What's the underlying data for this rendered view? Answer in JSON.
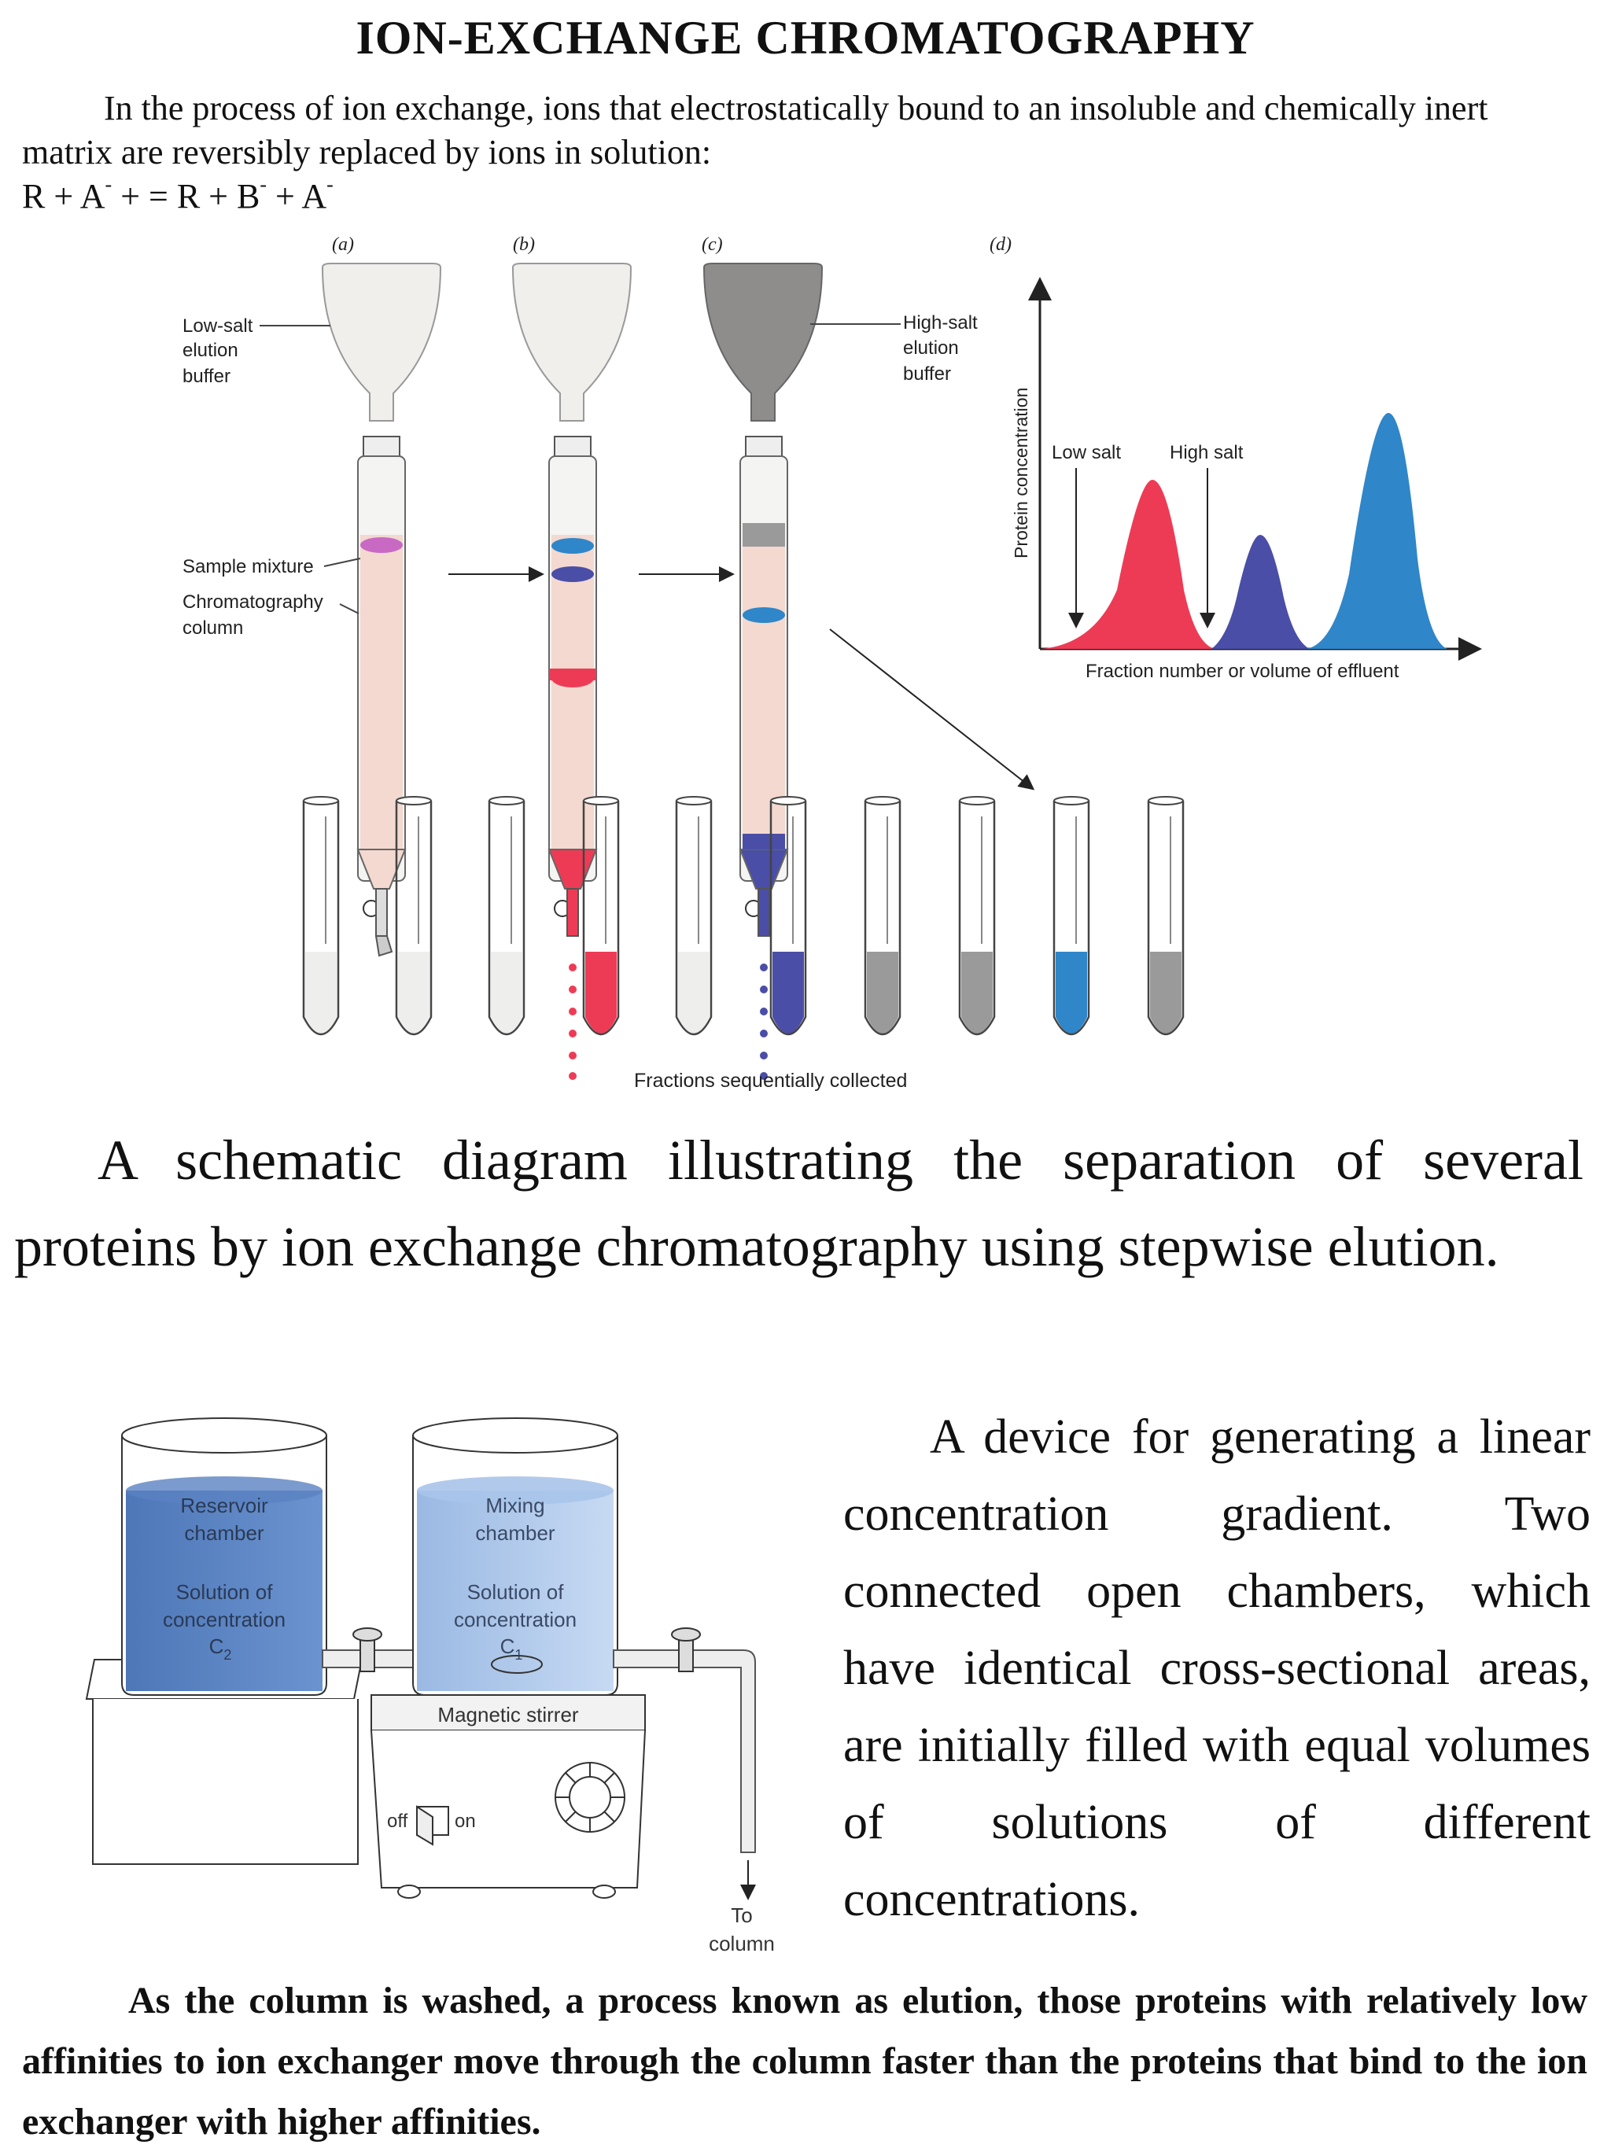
{
  "title": "ION-EXCHANGE CHROMATOGRAPHY",
  "intro": {
    "line1": "In the process of ion exchange, ions that electrostatically bound to an insoluble and chemically inert",
    "line2": "matrix are reversibly replaced by ions in solution:",
    "formula_r1": "R + A",
    "formula_s1": "-",
    "formula_r2": " + = R + B",
    "formula_s2": "-",
    "formula_r3": " + A",
    "formula_s3": "-"
  },
  "figure1": {
    "panel_a": "(a)",
    "panel_b": "(b)",
    "panel_c": "(c)",
    "panel_d": "(d)",
    "low_salt_buffer": [
      "Low-salt",
      "elution",
      "buffer"
    ],
    "high_salt_buffer": [
      "High-salt",
      "elution",
      "buffer"
    ],
    "sample_mixture": "Sample mixture",
    "chromatography_column": [
      "Chromatography",
      "column"
    ],
    "y_axis_label": "Protein concentration",
    "x_axis_label": "Fraction number or volume of effluent",
    "low_salt_arrow": "Low salt",
    "high_salt_arrow": "High salt",
    "fractions_label": "Fractions sequentially collected",
    "colors": {
      "red": "#ee3b55",
      "purple": "#4a4ea6",
      "blue": "#2f86c9",
      "gray": "#9a9a9a",
      "pink": "#f3d9d0",
      "magenta": "#c86ac4"
    }
  },
  "caption1": {
    "text": "A schematic diagram illustrating the separation of several proteins by ion exchange chromatography using stepwise elution."
  },
  "figure2": {
    "reservoir": [
      "Reservoir",
      "chamber"
    ],
    "mixing": [
      "Mixing",
      "chamber"
    ],
    "solution_c2": [
      "Solution of",
      "concentration"
    ],
    "c2": "C",
    "c2_sub": "2",
    "solution_c1": [
      "Solution of",
      "concentration"
    ],
    "c1": "C",
    "c1_sub": "1",
    "stirrer": "Magnetic stirrer",
    "off": "off",
    "on": "on",
    "to_column": [
      "To",
      "column"
    ]
  },
  "description": "A device for generating a linear concentration gradient. Two connected open chambers, which have identical cross-sectional areas, are initially filled with equal volumes of solutions of different concentrations.",
  "bottom_text": "As the column is washed, a process known as elution, those proteins with relatively low affinities to ion exchanger move through the column faster than the proteins that bind to the ion exchanger with higher affinities."
}
